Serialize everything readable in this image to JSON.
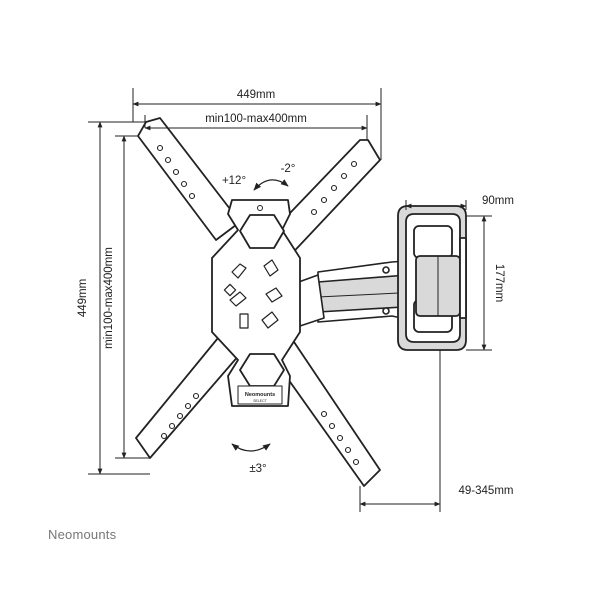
{
  "dimensions": {
    "overall_width": "449mm",
    "vesa_width": "min100-max400mm",
    "overall_height": "449mm",
    "vesa_height": "min100-max400mm",
    "tilt_up": "+12°",
    "tilt_down": "-2°",
    "rotation": "±3°",
    "wall_plate_depth": "90mm",
    "wall_plate_height": "177mm",
    "wall_distance": "49-345mm"
  },
  "plate_logo": "Neomounts",
  "plate_logo_sub": "SELECT",
  "brand": "Neomounts",
  "colors": {
    "line": "#222222",
    "fill": "#ffffff",
    "shade": "#d9d9d9",
    "brand_text": "#777777"
  }
}
